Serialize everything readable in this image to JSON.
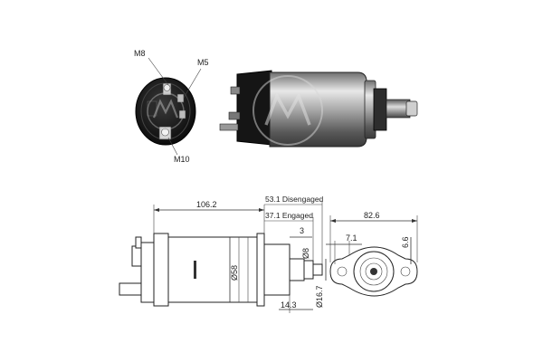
{
  "callouts": {
    "m8": "M8",
    "m5": "M5",
    "m10": "M10"
  },
  "dimensions": {
    "overall_length": "106.2",
    "disengaged": "53.1 Disengaged",
    "engaged": "37.1 Engaged",
    "flange_width": "82.6",
    "plunger_step": "3",
    "plunger_dia": "Ø8",
    "body_dia": "Ø58",
    "shaft_dia": "Ø16.7",
    "shaft_len": "14.3",
    "hole_spacing": "7.1",
    "hole_dia": "6.6"
  },
  "colors": {
    "body_dark": "#1b1b1b",
    "body_metal": "#9a9a9a",
    "line": "#333333"
  }
}
